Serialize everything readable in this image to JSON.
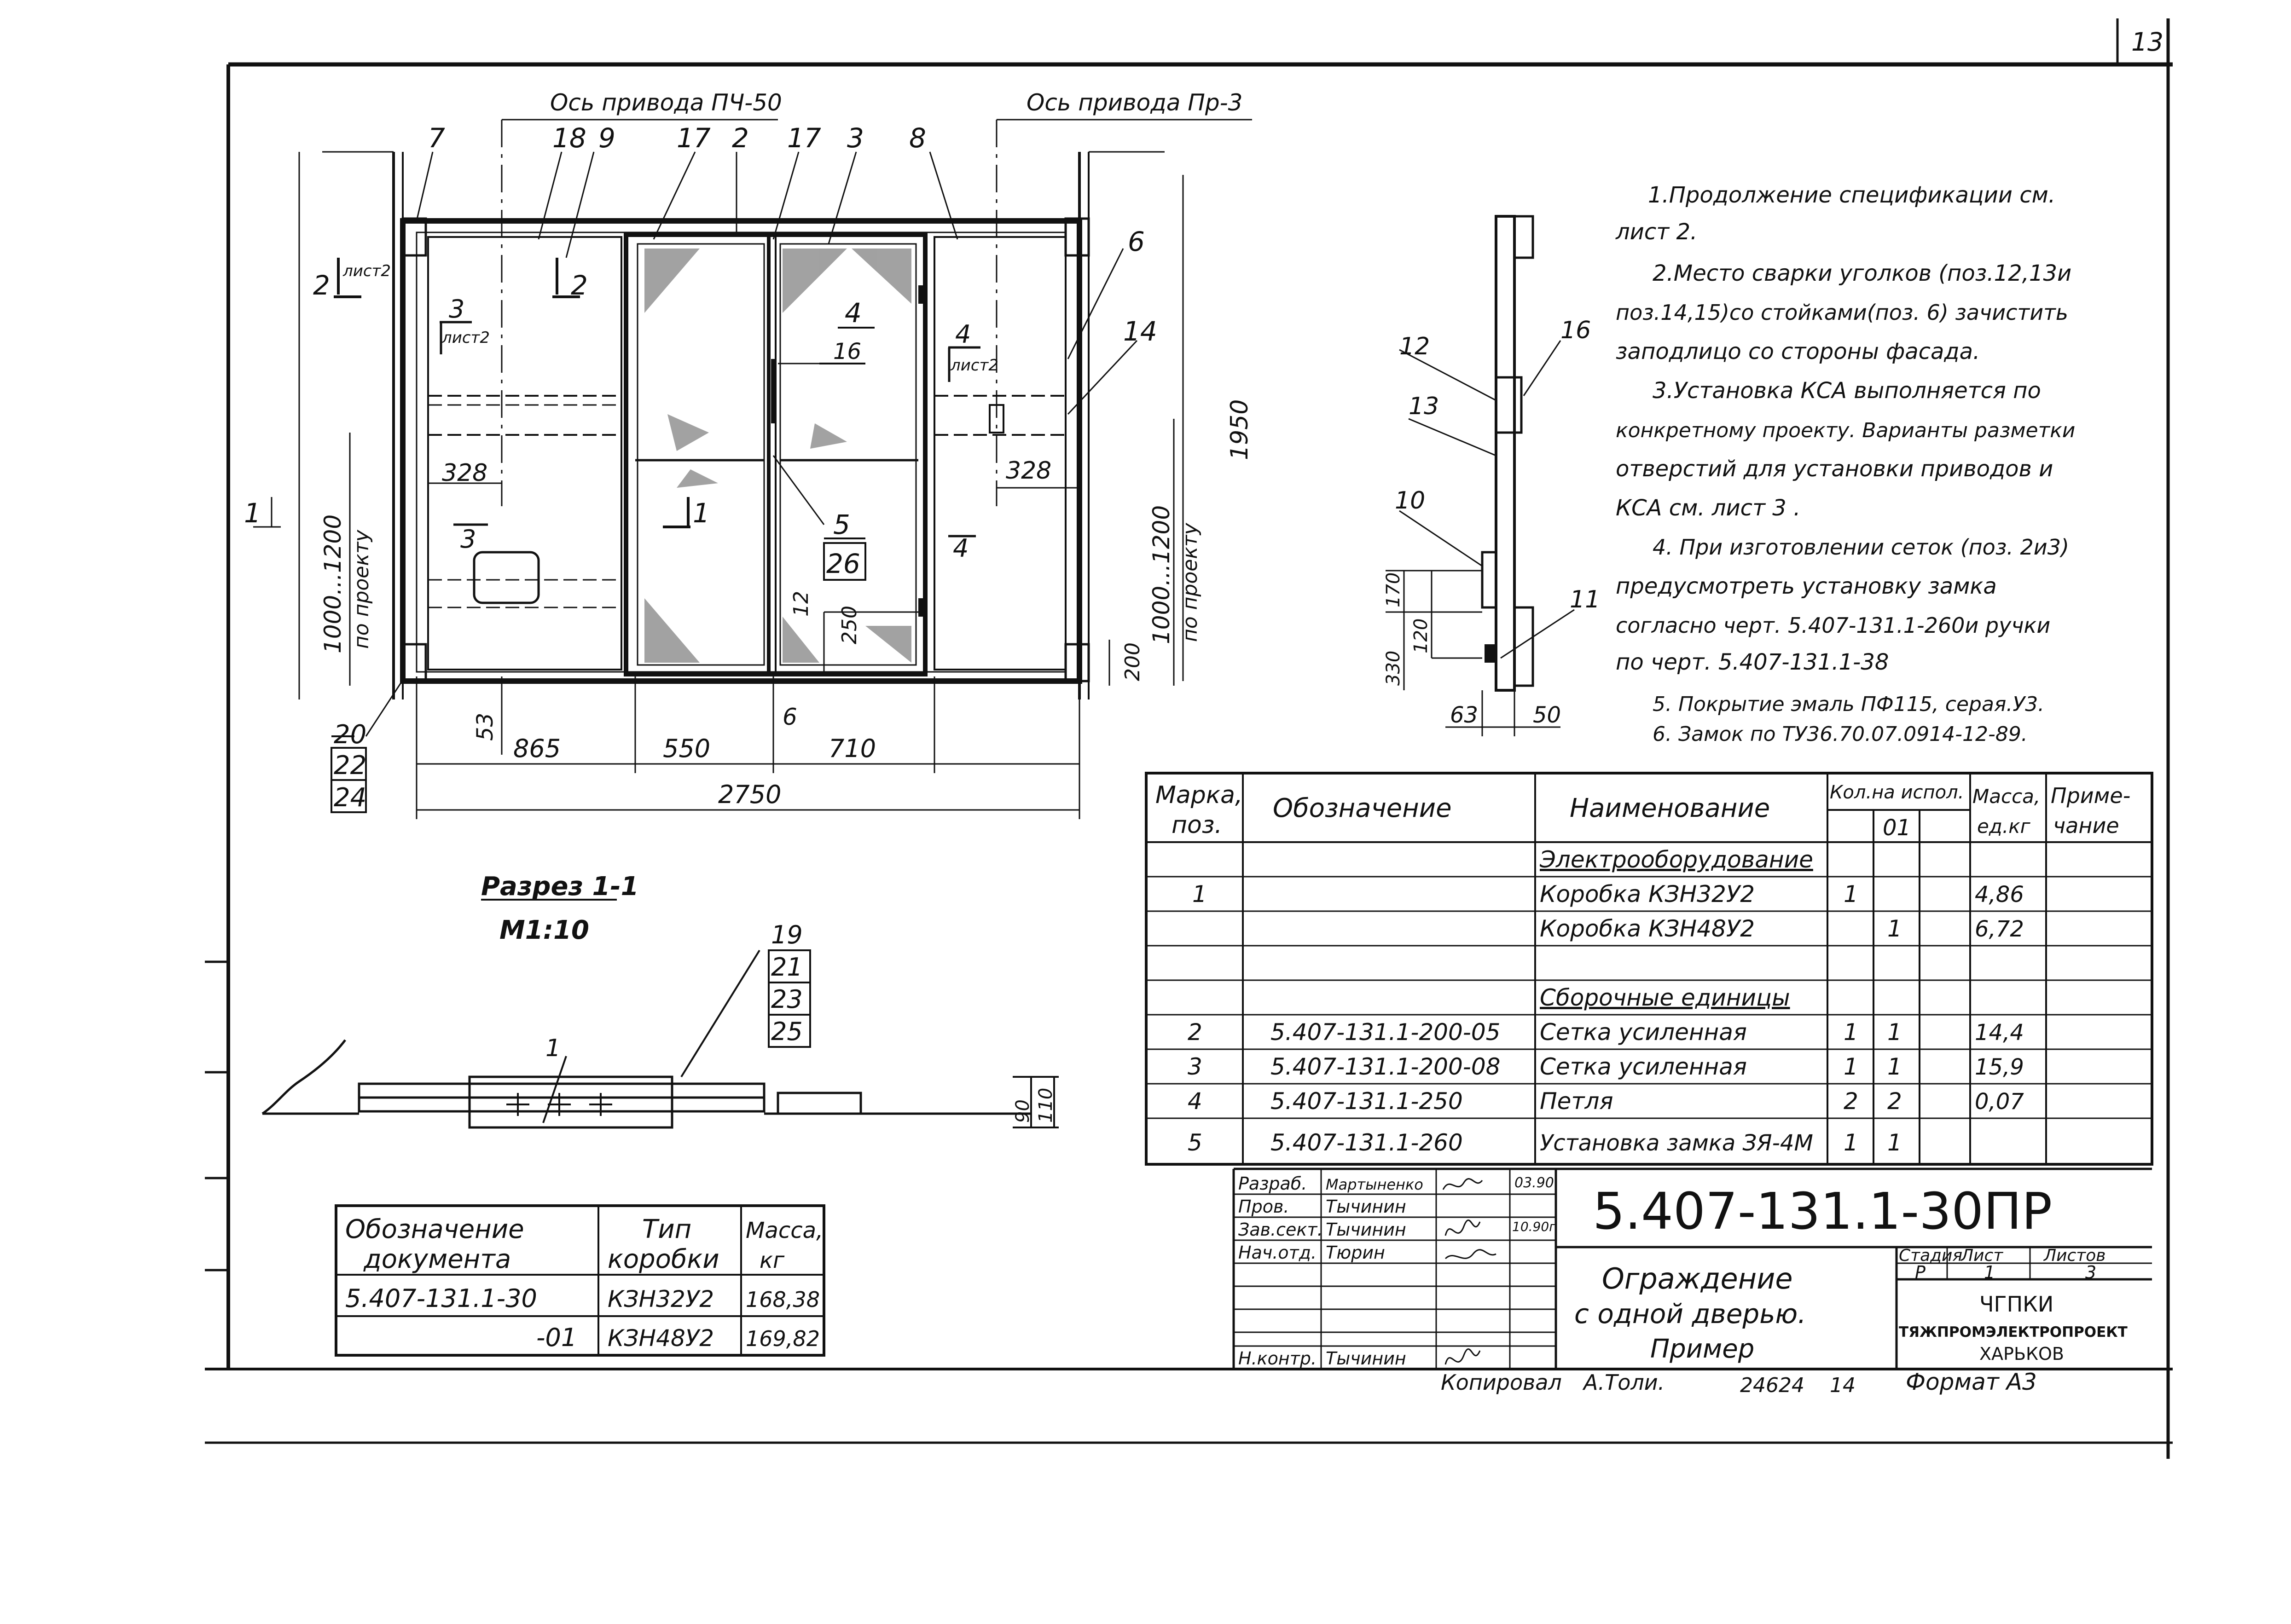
{
  "sheet_number": "13",
  "front_view": {
    "axis_left": "Ось привода ПЧ-50",
    "axis_right": "Ось привода Пр-3",
    "pos_top": [
      "7",
      "18",
      "9",
      "17",
      "2",
      "17",
      "3",
      "8"
    ],
    "pos_right": [
      "6",
      "14"
    ],
    "pos_inner": [
      "4",
      "16",
      "5",
      "26"
    ],
    "pos_bottom_left": [
      "20",
      "22",
      "24"
    ],
    "section_marks": {
      "s1": "1",
      "s2": "2",
      "s2_ref": "лист2",
      "s3": "3",
      "s3_ref": "лист2",
      "s4": "4",
      "s4_ref": "лист2"
    },
    "dims": {
      "d328_left": "328",
      "d328_right": "328",
      "d1000_1200_left": "1000...1200",
      "d1000_1200_right": "1000...1200",
      "po_proektu_left": "по проекту",
      "po_proektu_right": "по проекту",
      "d1950": "1950",
      "d53": "53",
      "d865": "865",
      "d550": "550",
      "d710": "710",
      "d6": "6",
      "d12": "12",
      "d250": "250",
      "d200": "200",
      "d2750": "2750"
    }
  },
  "side_view": {
    "pos": [
      "12",
      "13",
      "16",
      "10",
      "11"
    ],
    "dims": {
      "d170": "170",
      "d120": "120",
      "d330": "330",
      "d63": "63",
      "d50": "50"
    }
  },
  "section_1_1": {
    "title": "Разрез 1-1",
    "scale": "М1:10",
    "pos_top": [
      "19",
      "21",
      "23",
      "25"
    ],
    "pos_1": "1",
    "d90": "90",
    "d110": "110"
  },
  "notes": [
    "1.Продолжение спецификации см.",
    "лист 2.",
    "2.Место сварки уголков (поз.12,13и",
    "поз.14,15)со стойками(поз. 6) зачистить",
    "заподлицо со стороны фасада.",
    "3.Установка КСА выполняется по",
    "конкретному проекту. Варианты разметки",
    "отверстий для установки приводов и",
    "КСА  см. лист 3 .",
    "4. При изготовлении сеток (поз. 2и3)",
    "предусмотреть установку замка",
    "согласно черт. 5.407-131.1-260и ручки",
    "по черт. 5.407-131.1-38",
    "5. Покрытие эмаль ПФ115, серая.У3.",
    "6. Замок по ТУ36.70.07.0914-12-89."
  ],
  "spec_table": {
    "headers": {
      "mark": "Марка,",
      "mark2": "поз.",
      "designation": "Обозначение",
      "name": "Наименование",
      "qty": "Кол.на испол.",
      "qty_sub": "01",
      "mass": "Масса,",
      "mass2": "ед.кг",
      "note": "Приме-",
      "note2": "чание"
    },
    "rows": [
      {
        "mark": "",
        "designation": "",
        "name": "Электрооборудование",
        "q0": "",
        "q1": "",
        "mass": "",
        "underline": true
      },
      {
        "mark": "1",
        "designation": "",
        "name": "Коробка КЗН32У2",
        "q0": "1",
        "q1": "",
        "mass": "4,86"
      },
      {
        "mark": "",
        "designation": "",
        "name": "Коробка КЗН48У2",
        "q0": "",
        "q1": "1",
        "mass": "6,72"
      },
      {
        "mark": "",
        "designation": "",
        "name": "",
        "q0": "",
        "q1": "",
        "mass": ""
      },
      {
        "mark": "",
        "designation": "",
        "name": "Сборочные единицы",
        "q0": "",
        "q1": "",
        "mass": "",
        "underline": true
      },
      {
        "mark": "2",
        "designation": "5.407-131.1-200-05",
        "name": "Сетка усиленная",
        "q0": "1",
        "q1": "1",
        "mass": "14,4"
      },
      {
        "mark": "3",
        "designation": "5.407-131.1-200-08",
        "name": "Сетка усиленная",
        "q0": "1",
        "q1": "1",
        "mass": "15,9"
      },
      {
        "mark": "4",
        "designation": "5.407-131.1-250",
        "name": "Петля",
        "q0": "2",
        "q1": "2",
        "mass": "0,07"
      },
      {
        "mark": "5",
        "designation": "5.407-131.1-260",
        "name": "Установка замка ЗЯ-4М",
        "q0": "1",
        "q1": "1",
        "mass": ""
      }
    ]
  },
  "doc_table": {
    "headers": {
      "doc": "Обозначение",
      "doc2": "документа",
      "type": "Тип",
      "type2": "коробки",
      "mass": "Масса,",
      "mass2": "кг"
    },
    "rows": [
      {
        "doc": "5.407-131.1-30",
        "type": "КЗН32У2",
        "mass": "168,38"
      },
      {
        "doc": "-01",
        "type": "КЗН48У2",
        "mass": "169,82"
      }
    ]
  },
  "title_block": {
    "people": [
      {
        "role": "Разраб.",
        "name": "Мартыненко",
        "date": "03.90"
      },
      {
        "role": "Пров.",
        "name": "Тычинин",
        "date": ""
      },
      {
        "role": "Зав.сект.",
        "name": "Тычинин",
        "date": "10.90г"
      },
      {
        "role": "Нач.отд.",
        "name": "Тюрин",
        "date": ""
      },
      {
        "role": "Н.контр.",
        "name": "Тычинин",
        "date": ""
      }
    ],
    "doc_code": "5.407-131.1-30ПР",
    "title1": "Ограждение",
    "title2": "с одной дверью.",
    "title3": "Пример",
    "stage_label": "Стадия",
    "sheet_label": "Лист",
    "sheets_label": "Листов",
    "stage": "Р",
    "sheet": "1",
    "sheets": "3",
    "org1": "ЧГПКИ",
    "org2": "ТЯЖПРОМЭЛЕКТРОПРОЕКТ",
    "org3": "ХАРЬКОВ"
  },
  "footer": {
    "copied": "Копировал",
    "copier": "А.Толи.",
    "number": "24624",
    "num2": "14",
    "format": "Формат А3"
  }
}
